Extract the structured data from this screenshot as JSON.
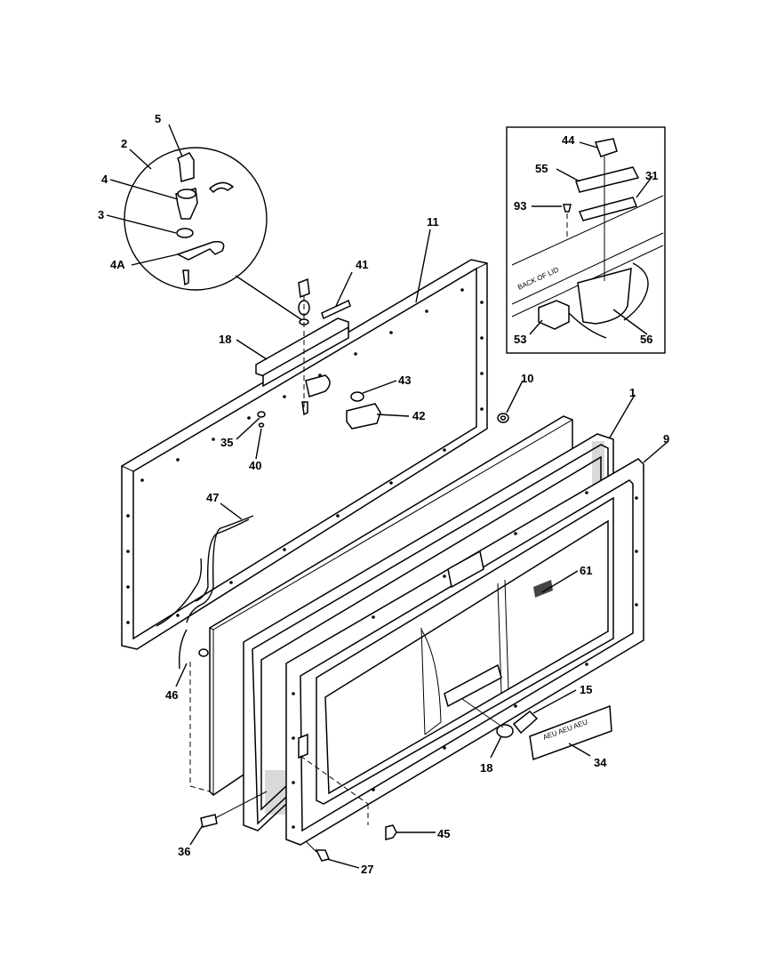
{
  "labels": {
    "l5": "5",
    "l2": "2",
    "l4": "4",
    "l3": "3",
    "l4a": "4A",
    "l41": "41",
    "l11": "11",
    "l18a": "18",
    "l43": "43",
    "l10": "10",
    "l42": "42",
    "l35": "35",
    "l40": "40",
    "l1": "1",
    "l9": "9",
    "l47": "47",
    "l61": "61",
    "l46": "46",
    "l15": "15",
    "l18b": "18",
    "l34": "34",
    "l45": "45",
    "l36": "36",
    "l27": "27",
    "l44": "44",
    "l55": "55",
    "l31": "31",
    "l93": "93",
    "l53": "53",
    "l56": "56"
  },
  "inset": {
    "back_of_lid": "BACK OF LID"
  }
}
